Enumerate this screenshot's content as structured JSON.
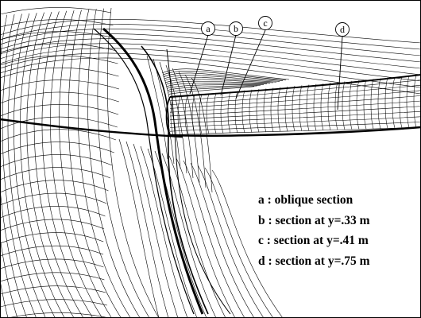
{
  "callouts": [
    {
      "id": "a",
      "label": "a"
    },
    {
      "id": "b",
      "label": "b"
    },
    {
      "id": "c",
      "label": "c"
    },
    {
      "id": "d",
      "label": "d"
    }
  ],
  "legend": [
    "a : oblique section",
    "b : section at y=.33 m",
    "c : section at y=.41 m",
    "d : section at y=.75 m"
  ]
}
